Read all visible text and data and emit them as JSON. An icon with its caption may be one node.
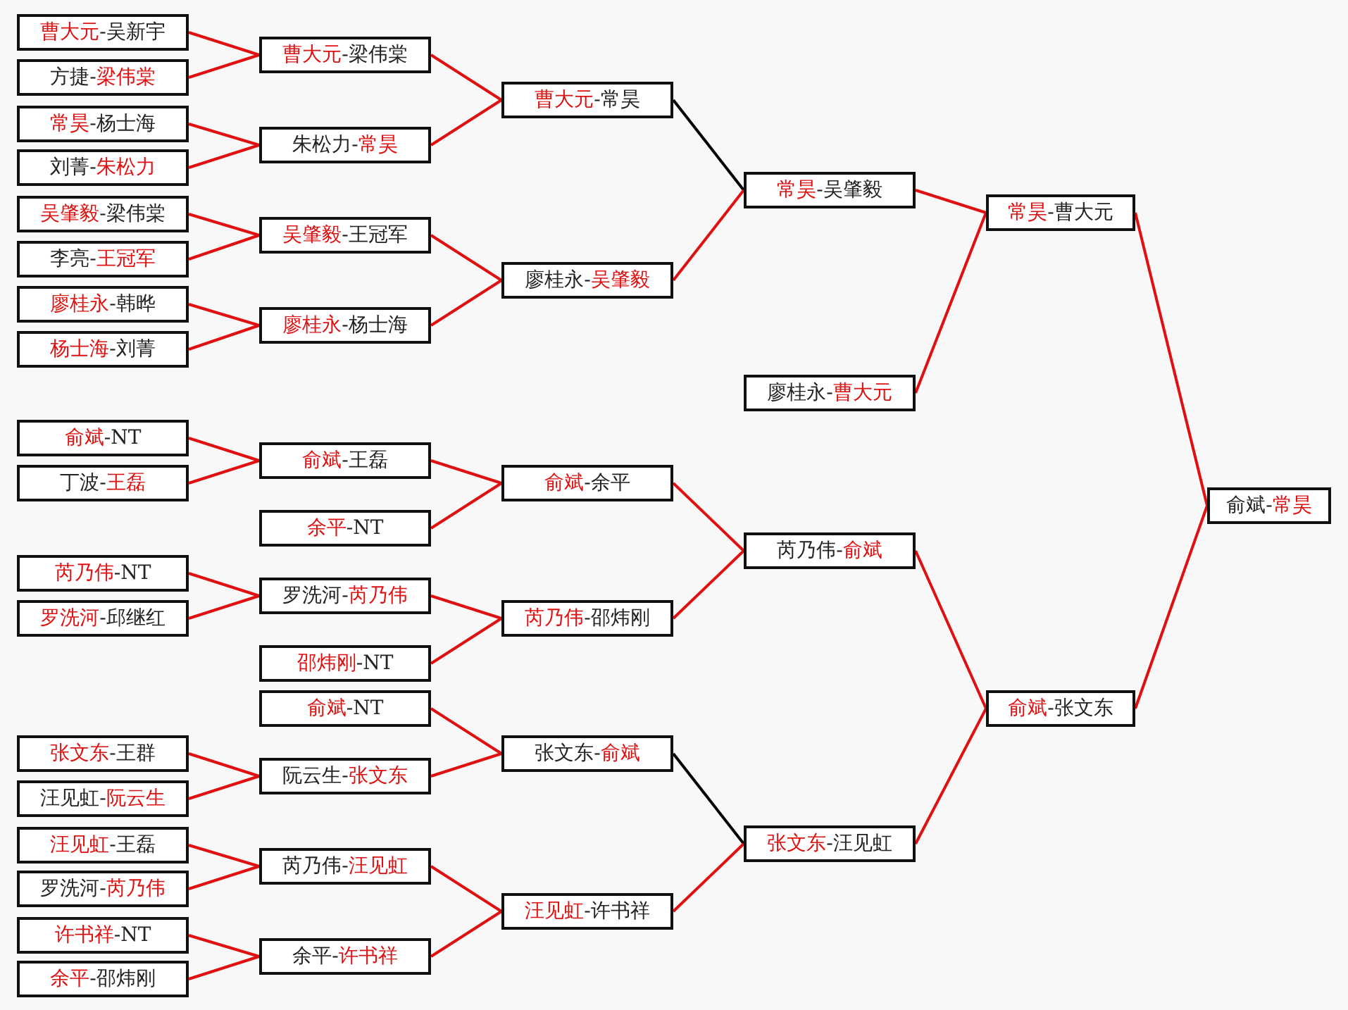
{
  "diagram": {
    "nodes": [
      {
        "text": [
          "曹大元-吴新宇"
        ]
      },
      {
        "text": [
          "方捷-梁伟棠"
        ]
      },
      {
        "text": [
          "常昊-杨士海"
        ]
      },
      {
        "text": [
          "刘菁-朱松力"
        ]
      },
      {
        "text": [
          "吴肇毅-梁伟棠"
        ]
      },
      {
        "text": [
          "李亮-王冠军"
        ]
      },
      {
        "text": [
          "廖桂永-韩晔"
        ]
      },
      {
        "text": [
          "杨士海-刘菁"
        ]
      },
      {
        "text": [
          "俞斌-NT"
        ]
      },
      {
        "text": [
          "丁波-王磊"
        ]
      },
      {
        "text": [
          "芮乃伟-NT"
        ]
      },
      {
        "text": [
          "罗洗河-邱继红"
        ]
      },
      {
        "text": [
          "张文东-王群"
        ]
      },
      {
        "text": [
          "汪见虹-阮云生"
        ]
      },
      {
        "text": [
          "汪见虹-王磊"
        ]
      },
      {
        "text": [
          "罗洗河-芮乃伟"
        ]
      },
      {
        "text": [
          "许书祥-NT"
        ]
      },
      {
        "text": [
          "余平-邵炜刚"
        ]
      },
      {
        "text": [
          "曹大元-梁伟棠"
        ]
      },
      {
        "text": [
          "朱松力-常昊"
        ]
      },
      {
        "text": [
          "吴肇毅-王冠军"
        ]
      },
      {
        "text": [
          "廖桂永-杨士海"
        ]
      },
      {
        "text": [
          "俞斌-王磊"
        ]
      },
      {
        "text": [
          "余平-NT"
        ]
      },
      {
        "text": [
          "罗洗河-芮乃伟"
        ]
      },
      {
        "text": [
          "邵炜刚-NT"
        ]
      },
      {
        "text": [
          "俞斌-NT"
        ]
      },
      {
        "text": [
          "阮云生-张文东"
        ]
      },
      {
        "text": [
          "芮乃伟-汪见虹"
        ]
      },
      {
        "text": [
          "余平-许书祥"
        ]
      },
      {
        "text": [
          "曹大元-常昊"
        ]
      },
      {
        "text": [
          "廖桂永-吴肇毅"
        ]
      },
      {
        "text": [
          "俞斌-余平"
        ]
      },
      {
        "text": [
          "芮乃伟-邵炜刚"
        ]
      },
      {
        "text": [
          "张文东-俞斌"
        ]
      },
      {
        "text": [
          "汪见虹-许书祥"
        ]
      },
      {
        "text": [
          "常昊-吴肇毅"
        ]
      },
      {
        "text": [
          "廖桂永-曹大元"
        ]
      },
      {
        "text": [
          "芮乃伟-俞斌"
        ]
      },
      {
        "text": [
          "张文东-汪见虹"
        ]
      },
      {
        "text": [
          "常昊-曹大元"
        ]
      },
      {
        "text": [
          "俞斌-张文东"
        ]
      },
      {
        "text": [
          "俞斌-常昊"
        ]
      }
    ],
    "edges": [
      {
        "from": 0,
        "to": 18,
        "arrow": "none"
      },
      {
        "from": 1,
        "to": 18,
        "arrow": "none"
      },
      {
        "from": 2,
        "to": 19,
        "arrow": "none"
      },
      {
        "from": 3,
        "to": 19,
        "arrow": "none"
      },
      {
        "from": 4,
        "to": 20,
        "arrow": "none"
      },
      {
        "from": 5,
        "to": 20,
        "arrow": "none"
      },
      {
        "from": 6,
        "to": 21,
        "arrow": "none"
      },
      {
        "from": 7,
        "to": 21,
        "arrow": "none"
      },
      {
        "from": 8,
        "to": 22,
        "arrow": "none"
      },
      {
        "from": 9,
        "to": 22,
        "arrow": "none"
      },
      {
        "from": 10,
        "to": 24,
        "arrow": "none"
      },
      {
        "from": 11,
        "to": 24,
        "arrow": "none"
      },
      {
        "from": 12,
        "to": 27,
        "arrow": "none"
      },
      {
        "from": 13,
        "to": 27,
        "arrow": "none"
      },
      {
        "from": 14,
        "to": 28,
        "arrow": "none"
      },
      {
        "from": 15,
        "to": 28,
        "arrow": "none"
      },
      {
        "from": 16,
        "to": 29,
        "arrow": "none"
      },
      {
        "from": 17,
        "to": 29,
        "arrow": "none"
      },
      {
        "from": 18,
        "to": 30,
        "arrow": "none"
      },
      {
        "from": 19,
        "to": 30,
        "arrow": "none"
      },
      {
        "from": 20,
        "to": 31,
        "arrow": "none"
      },
      {
        "from": 21,
        "to": 31,
        "arrow": "none"
      },
      {
        "from": 22,
        "to": 32,
        "arrow": "none"
      },
      {
        "from": 23,
        "to": 32,
        "arrow": "none"
      },
      {
        "from": 24,
        "to": 33,
        "arrow": "none"
      },
      {
        "from": 25,
        "to": 33,
        "arrow": "none"
      },
      {
        "from": 26,
        "to": 34,
        "arrow": "none"
      },
      {
        "from": 27,
        "to": 34,
        "arrow": "none"
      },
      {
        "from": 28,
        "to": 35,
        "arrow": "none"
      },
      {
        "from": 29,
        "to": 35,
        "arrow": "none"
      },
      {
        "from": 30,
        "to": 36,
        "arrow": "none",
        "color": "#000000"
      },
      {
        "from": 31,
        "to": 36,
        "arrow": "none"
      },
      {
        "from": 32,
        "to": 38,
        "arrow": "none"
      },
      {
        "from": 33,
        "to": 38,
        "arrow": "none"
      },
      {
        "from": 34,
        "to": 39,
        "arrow": "none",
        "color": "#000000"
      },
      {
        "from": 35,
        "to": 39,
        "arrow": "none"
      },
      {
        "from": 36,
        "to": 40,
        "arrow": "none"
      },
      {
        "from": 37,
        "to": 40,
        "arrow": "none"
      },
      {
        "from": 38,
        "to": 41,
        "arrow": "none"
      },
      {
        "from": 39,
        "to": 41,
        "arrow": "none"
      },
      {
        "from": 40,
        "to": 42,
        "arrow": "none"
      },
      {
        "from": 41,
        "to": 42,
        "arrow": "none"
      }
    ]
  }
}
